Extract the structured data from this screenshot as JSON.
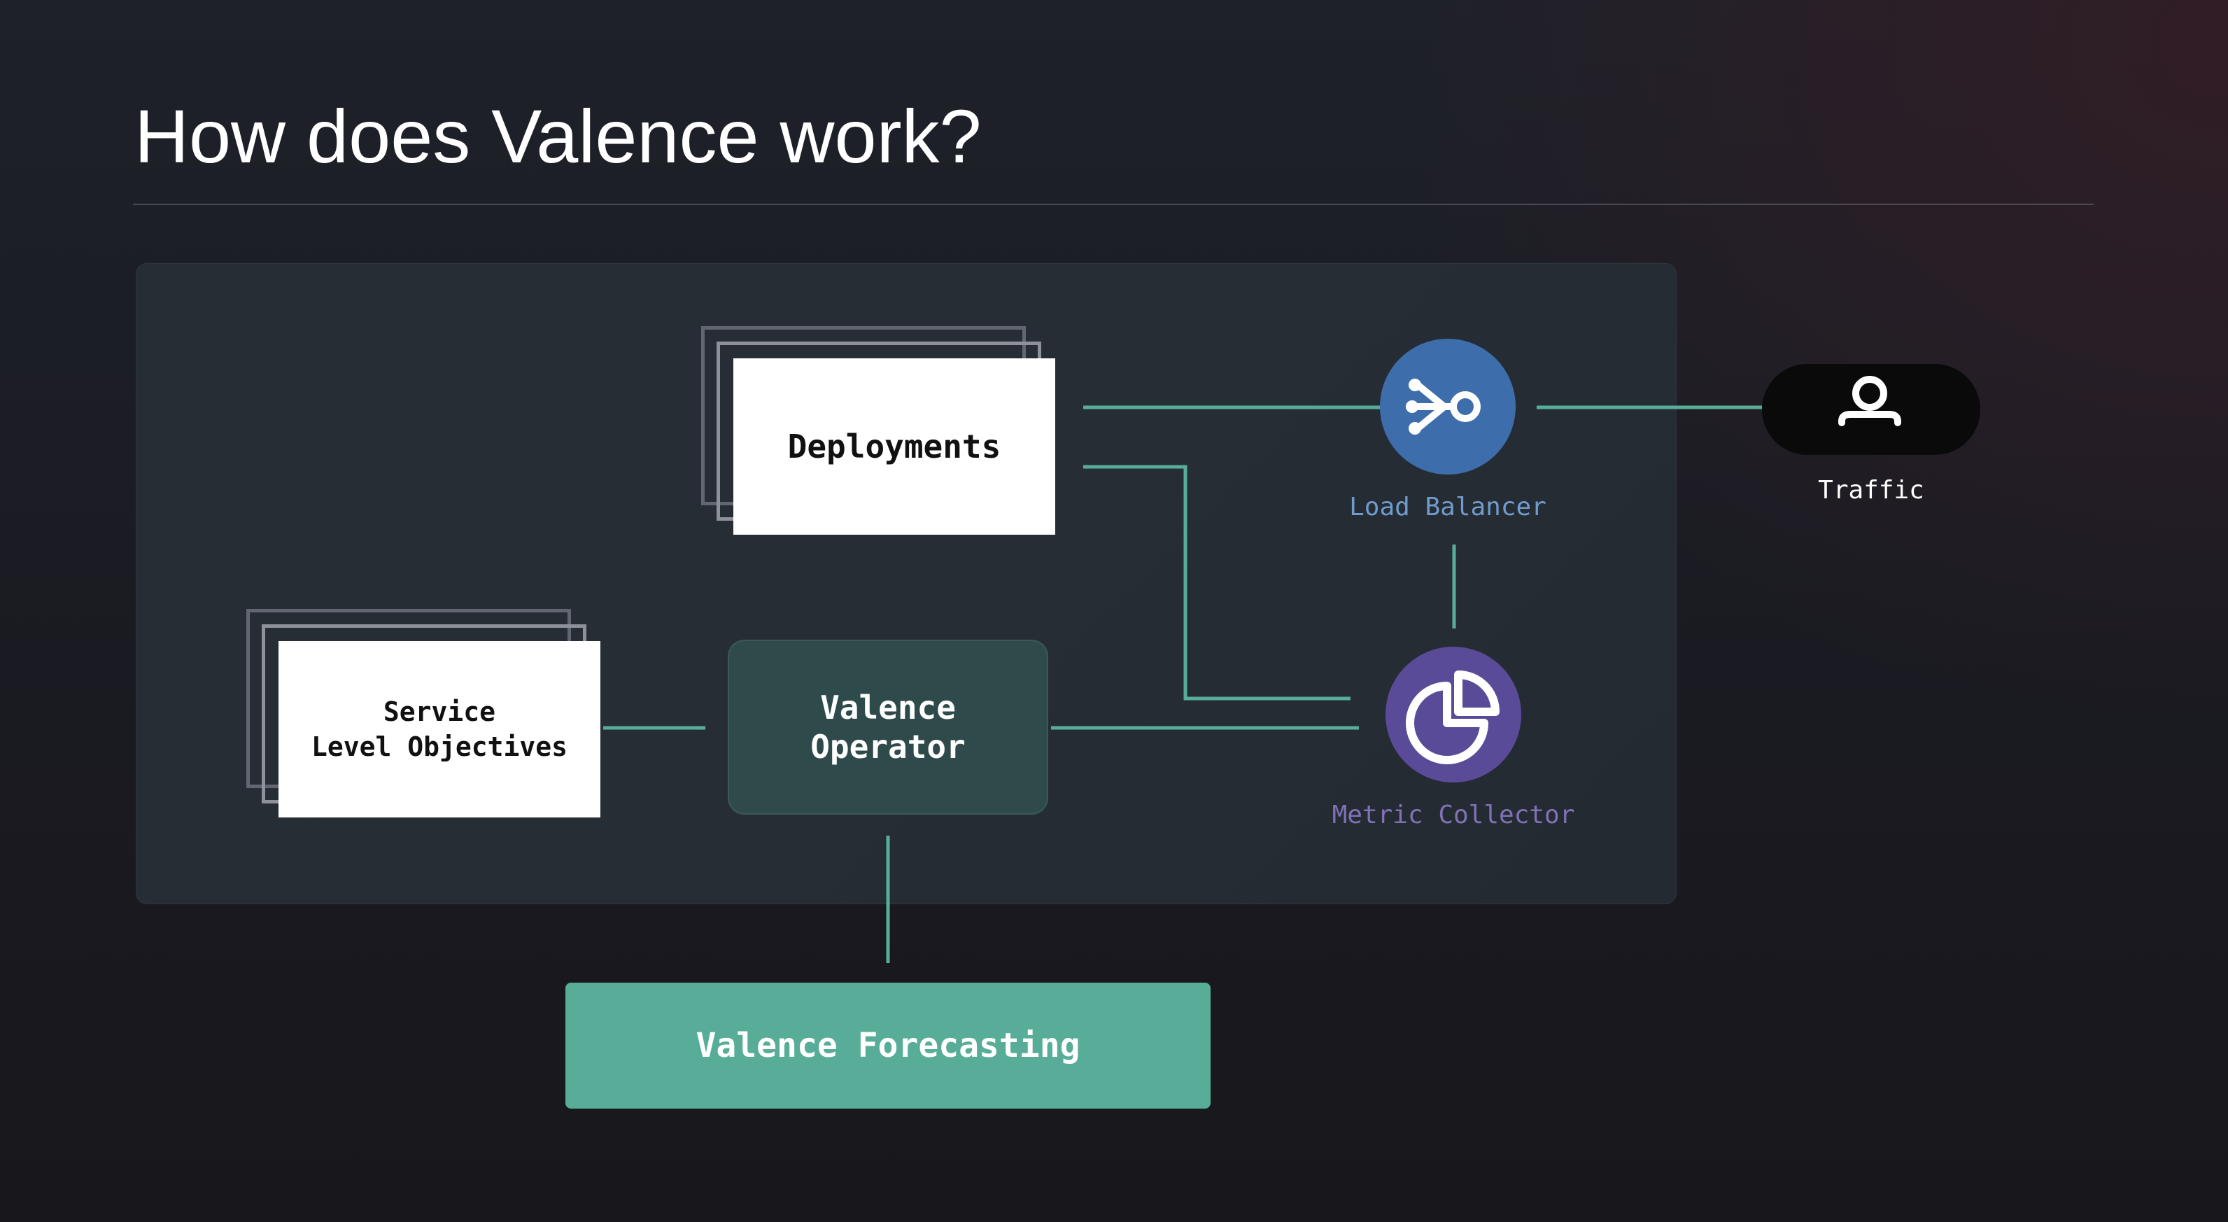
{
  "slide": {
    "title": "How does Valence work?"
  },
  "diagram": {
    "deployments": {
      "label": "Deployments"
    },
    "slo": {
      "label": "Service\nLevel Objectives"
    },
    "operator": {
      "label": "Valence\nOperator"
    },
    "forecasting": {
      "label": "Valence Forecasting"
    },
    "load_balancer": {
      "label": "Load Balancer",
      "icon": "load-balancer-icon",
      "color": "#3d6eab",
      "label_color": "#6f9ccd"
    },
    "metric_collector": {
      "label": "Metric Collector",
      "icon": "pie-chart-icon",
      "color": "#5a4b98",
      "label_color": "#7f72b6"
    },
    "traffic": {
      "label": "Traffic",
      "icon": "user-icon"
    },
    "arrow_color": "#57ad98"
  }
}
